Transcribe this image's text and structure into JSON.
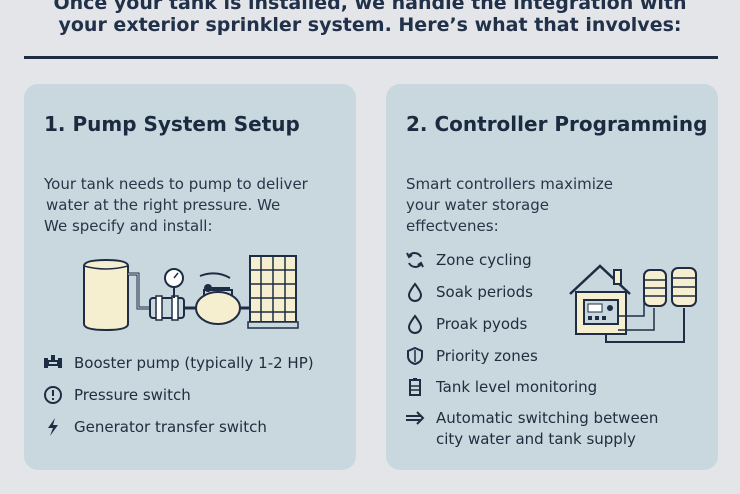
{
  "intro": {
    "line1": "Once your tank is installed, we handle the integration with",
    "line2": "your exterior sprinkler system. Here’s what that involves:"
  },
  "pump_card": {
    "title": "1. Pump System Setup",
    "desc": [
      "Your tank needs to pump to deliver",
      "water at the right pressure. We",
      "We specify and install:"
    ],
    "items": [
      {
        "icon": "pump-icon",
        "label": "Booster pump (typically 1-2 HP)"
      },
      {
        "icon": "pressure-switch-icon",
        "label": "Pressure switch"
      },
      {
        "icon": "lightning-icon",
        "label": "Generator transfer switch"
      }
    ]
  },
  "controller_card": {
    "title": "2. Controller Programming",
    "desc": [
      "Smart controllers maximize",
      "your water storage",
      "effectvenes:"
    ],
    "items": [
      {
        "icon": "cycle-icon",
        "label": "Zone cycling"
      },
      {
        "icon": "droplet-icon",
        "label": "Soak periods"
      },
      {
        "icon": "droplet-icon",
        "label": "Proak pyods"
      },
      {
        "icon": "shield-icon",
        "label": "Priority zones"
      },
      {
        "icon": "tank-level-icon",
        "label": "Tank level monitoring"
      },
      {
        "icon": "arrow-icon",
        "label": "Automatic switching between",
        "label2": "city water and tank supply"
      }
    ]
  },
  "colors": {
    "background": "#e3e5e8",
    "card": "#c8d8de",
    "accent_cream": "#f6efcf",
    "dark": "#1f2d44"
  }
}
